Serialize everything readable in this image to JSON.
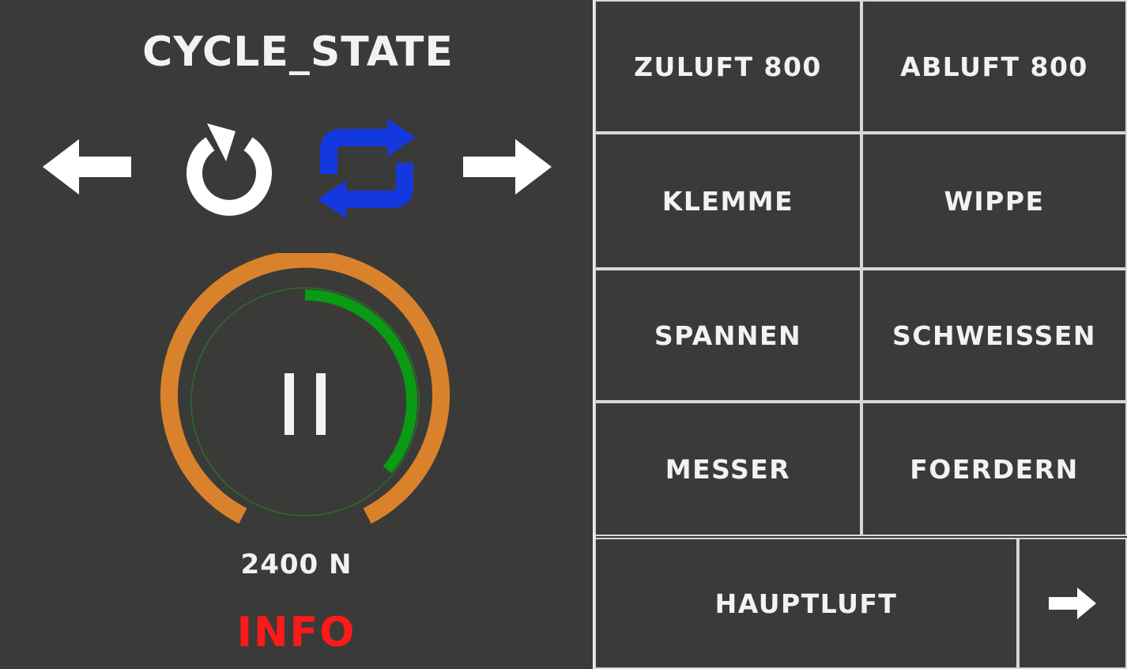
{
  "header": {
    "title": "CYCLE_STATE"
  },
  "controls": {
    "prev_icon": "arrow-left-icon",
    "reset_icon": "reset-icon",
    "cycle_icon": "repeat-cycle-icon",
    "next_icon": "arrow-right-icon"
  },
  "gauge": {
    "progress_fraction": 0.36,
    "state_icon": "pause-icon",
    "force_label": "2400 N"
  },
  "info_label": "INFO",
  "buttons": {
    "zuluft": "ZULUFT 800",
    "abluft": "ABLUFT 800",
    "klemme": "KLEMME",
    "wippe": "WIPPE",
    "spannen": "SPANNEN",
    "schweissen": "SCHWEISSEN",
    "messer": "MESSER",
    "foerdern": "FOERDERN",
    "hauptluft": "HAUPTLUFT",
    "next_icon": "arrow-right-icon"
  },
  "colors": {
    "background": "#3a3b39",
    "gauge_outer": "#d9822b",
    "gauge_progress": "#0a9a14",
    "cycle_icon": "#1438e0",
    "info": "#ff1a1a",
    "text": "#f2f2f2"
  }
}
